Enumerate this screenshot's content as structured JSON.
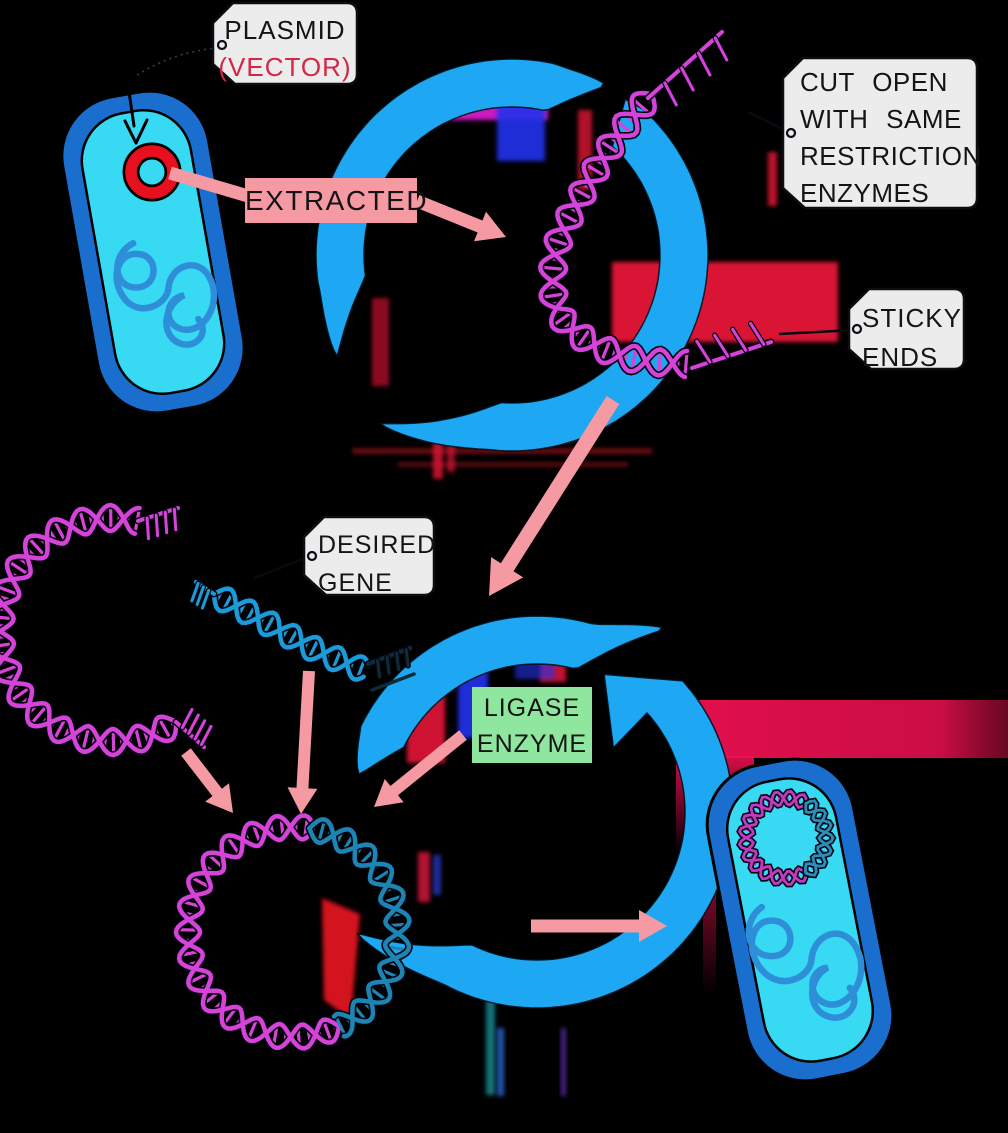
{
  "labels": {
    "plasmid_tag": {
      "line1": "PLASMID",
      "line2": "(VECTOR)"
    },
    "extracted_label": "EXTRACTED",
    "cut_open_tag": {
      "lines": [
        "CUT OPEN",
        "WITH SAME",
        "RESTRICTION",
        "ENZYMES"
      ]
    },
    "sticky_ends_tag": {
      "lines": [
        "STICKY",
        "ENDS"
      ]
    },
    "desired_gene_tag": {
      "lines": [
        "DESIRED",
        "GENE"
      ]
    },
    "ligase_label": {
      "lines": [
        "LIGASE",
        "ENZYME"
      ]
    }
  },
  "colors": {
    "background": "#000000",
    "circle_blue": "#1ea7f2",
    "capsule_blue": "#1a6fce",
    "cytoplasm_cyan": "#38d9f3",
    "chromosome_blue": "#2f8ed8",
    "magenta": "#d643d8",
    "gene_blue": "#1b9bd8",
    "plasmid_teal": "#1d85b4",
    "pink": "#f59aa3",
    "green": "#8fe79f",
    "tag_bg": "#ececec",
    "red_plasmid": "#e8101f",
    "vector_red": "#d32744",
    "text": "#141414",
    "art_red": "#e51437",
    "art_crimson": "#ee1050",
    "art_blue": "#2230ee",
    "art_magenta": "#e31bd6",
    "art_teal": "#127f86"
  },
  "icons": {
    "donor_bacterium": "bacterium-capsule",
    "recipient_bacterium": "bacterium-capsule",
    "red_plasmid_ring": "circle-ring",
    "cut_plasmid_arrow": "circular-arrow-cut-open",
    "dna_helix": "double-helix",
    "sticky_end": "comb-teeth",
    "tag_hole": "small-circle",
    "flow_arrow": "thick-pink-arrow"
  }
}
